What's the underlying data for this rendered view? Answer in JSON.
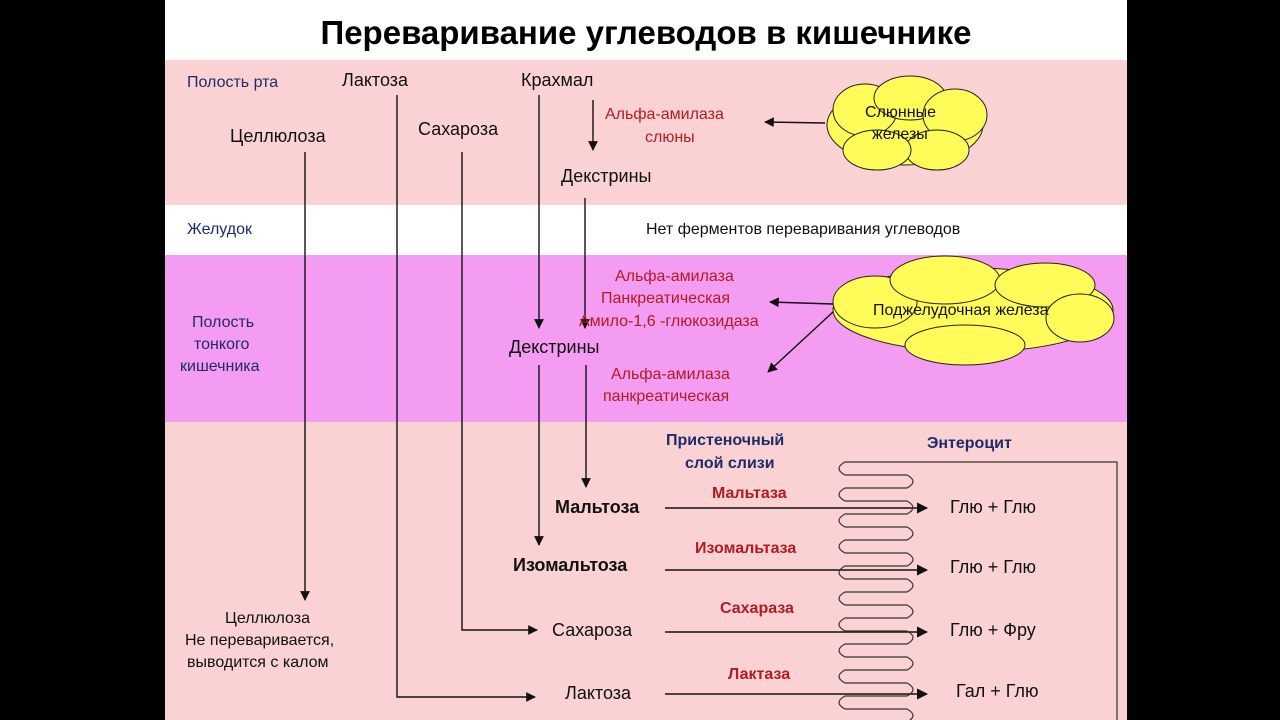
{
  "title": "Переваривание углеводов в кишечнике",
  "colors": {
    "mouth_band": "#fad2d4",
    "stomach_band": "#ffffff",
    "intestine_band": "#f49cf2",
    "lumen_band": "#fad2d4",
    "cloud_fill": "#fffc5a",
    "enzyme_text": "#b01c22",
    "zone_text": "#1f2a6b"
  },
  "zones": {
    "mouth": "Полость рта",
    "stomach": "Желудок",
    "intestine": [
      "Полость",
      "тонкого",
      "кишечника"
    ]
  },
  "mouth": {
    "lactose": "Лактоза",
    "starch": "Крахмал",
    "cellulose": "Целлюлоза",
    "sucrose": "Сахароза",
    "salivary_amylase": [
      "Альфа-амилаза",
      "слюны"
    ],
    "dextrins": "Декстрины",
    "salivary_glands": [
      "Слюнные",
      "железы"
    ]
  },
  "stomach": {
    "note": "Нет ферментов переваривания  углеводов"
  },
  "intestine": {
    "enzymes_top": [
      "Альфа-амилаза",
      "Панкреатическая",
      "Амило-1,6 -глюкозидаза"
    ],
    "pancreas": "Поджелудочная железа",
    "dextrins": "Декстрины",
    "enzymes_bottom": [
      "Альфа-амилаза",
      "панкреатическая"
    ]
  },
  "lumen": {
    "mucus_layer": [
      "Пристеночный",
      "слой слизи"
    ],
    "enterocyte": "Энтероцит",
    "cellulose_note": [
      "Целлюлоза",
      "Не переваривается,",
      "выводится с калом"
    ],
    "reactions": [
      {
        "substrate": "Мальтоза",
        "enzyme": "Мальтаза",
        "products": "Глю + Глю"
      },
      {
        "substrate": "Изомальтоза",
        "enzyme": "Изомальтаза",
        "products": "Глю + Глю"
      },
      {
        "substrate": "Сахароза",
        "enzyme": "Сахараза",
        "products": "Глю + Фру"
      },
      {
        "substrate": "Лактоза",
        "enzyme": "Лактаза",
        "products": "Гал + Глю"
      }
    ]
  }
}
